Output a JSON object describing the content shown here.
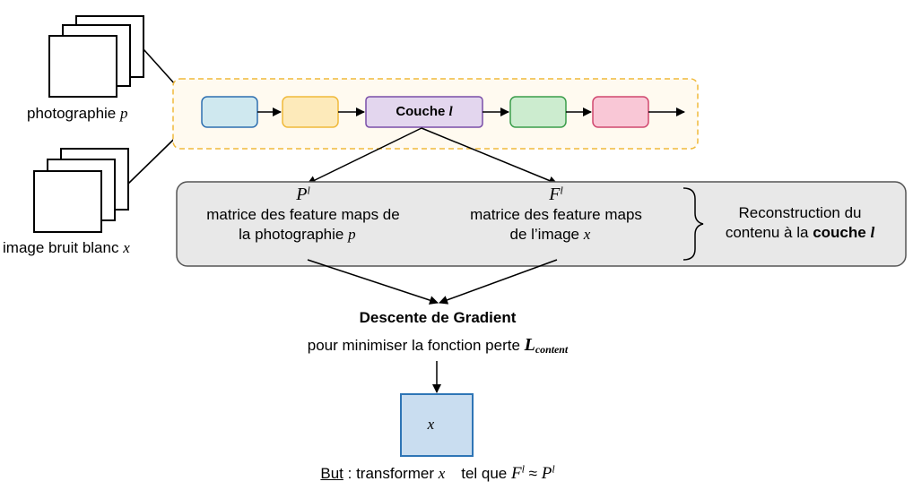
{
  "inputs": {
    "photo_label": "photographie",
    "photo_var": "p⃗",
    "noise_label": "image bruit blanc",
    "noise_var": "x⃗"
  },
  "network": {
    "couche_prefix": "Couche",
    "couche_var": "l",
    "colors": {
      "layer1": "#cfe8ef",
      "layer2": "#fdeaba",
      "layer3": "#e3d6ee",
      "layer4": "#cceccf",
      "layer5": "#f9c7d6",
      "container_border": "#f0b93a",
      "container_fill": "#fffaf0"
    }
  },
  "matrices": {
    "p_symbol": "P",
    "p_sup": "l",
    "p_line1": "matrice des feature maps de",
    "p_line2": "la photographie",
    "p_var": "p⃗",
    "f_symbol": "F",
    "f_sup": "l",
    "f_line1": "matrice des feature maps",
    "f_line2": "de l’image",
    "f_var": "x⃗",
    "reconstruction_line1": "Reconstruction du",
    "reconstruction_line2_prefix": "contenu à la",
    "reconstruction_bold": "couche",
    "reconstruction_var": "l"
  },
  "gradient": {
    "title": "Descente de Gradient",
    "subtitle": "pour minimiser la fonction perte",
    "loss_symbol": "L",
    "loss_sub": "content"
  },
  "output": {
    "var": "x⃗",
    "but_label": "But",
    "goal_text": " : transformer ",
    "goal_var": "x⃗",
    "goal_mid": " tel que ",
    "goal_f": "F",
    "goal_f_sup": "l",
    "goal_approx": " ≈ ",
    "goal_p": "P",
    "goal_p_sup": "l"
  }
}
